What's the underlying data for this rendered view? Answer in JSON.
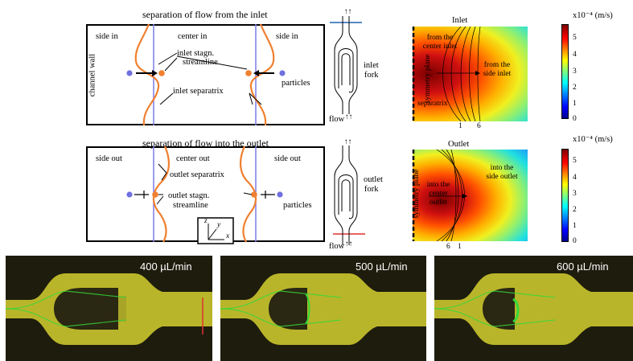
{
  "inlet_panel": {
    "title": "separation of flow from the inlet",
    "side_left": "side in",
    "center": "center in",
    "side_right": "side in",
    "wall": "channel wall",
    "stagn_line1": "inlet stagn.",
    "stagn_line2": "streamline",
    "separatrix": "inlet separatrix",
    "particles": "particles"
  },
  "outlet_panel": {
    "title": "separation of flow into the outlet",
    "side_left": "side out",
    "center": "center out",
    "side_right": "side out",
    "separatrix": "outlet separatrix",
    "stagn_line1": "outlet stagn.",
    "stagn_line2": "streamline",
    "particles": "particles",
    "axes": {
      "z": "z",
      "y": "y",
      "x": "x"
    }
  },
  "device_top": {
    "label1": "inlet",
    "label2": "fork",
    "flow": "flow",
    "arrows_top": "↑↑",
    "arrows_bottom": "↑↑"
  },
  "device_bottom": {
    "label1": "outlet",
    "label2": "fork",
    "flow": "flow",
    "arrows_top": "↑↑",
    "arrows_bottom": "↑↑"
  },
  "heatmap_inlet": {
    "title": "Inlet",
    "symmetry": "symmetry plane",
    "from_center_1": "from the",
    "from_center_2": "center inlet",
    "from_side_1": "from the",
    "from_side_2": "side inlet",
    "separatrix": "separatrix",
    "tick1": "1",
    "tick6": "6"
  },
  "heatmap_outlet": {
    "title": "Outlet",
    "symmetry": "symmetry plane",
    "into_side_1": "into the",
    "into_side_2": "side outlet",
    "into_center_1": "into the",
    "into_center_2": "center",
    "into_center_3": "outlet",
    "tick6": "6",
    "tick1": "1"
  },
  "colorbar": {
    "unit": "x10⁻⁴ (m/s)",
    "ticks": [
      "5",
      "4",
      "3",
      "2",
      "1",
      "0"
    ],
    "colors": [
      "#00008f",
      "#0000ff",
      "#00ffff",
      "#ffff00",
      "#ff0000",
      "#800000"
    ]
  },
  "photos": [
    {
      "rate": "400 µL/min"
    },
    {
      "rate": "500 µL/min"
    },
    {
      "rate": "600 µL/min"
    }
  ],
  "colors": {
    "streamline": "#f08030",
    "separatrix_line": "#7a7ae8",
    "particle": "#7070e0",
    "photo_channel": "#b9b52a",
    "photo_green": "#35d83a"
  }
}
